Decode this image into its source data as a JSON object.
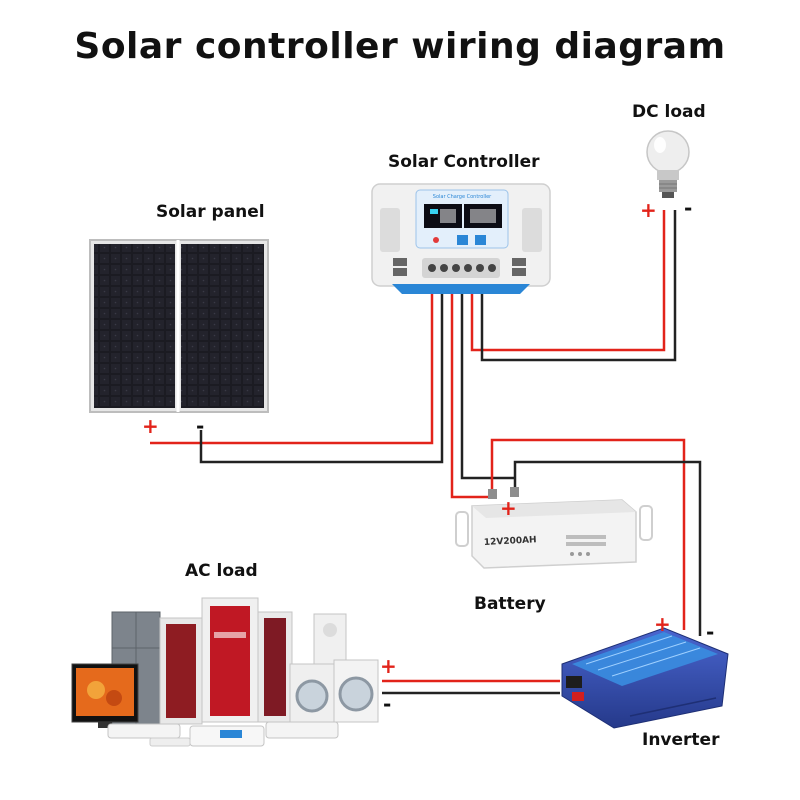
{
  "title": "Solar controller wiring diagram",
  "labels": {
    "solar_panel": "Solar panel",
    "solar_controller": "Solar Controller",
    "dc_load": "DC load",
    "battery": "Battery",
    "ac_load": "AC load",
    "inverter": "Inverter"
  },
  "signs": {
    "plus": "+",
    "minus": "-"
  },
  "devices": {
    "controller_screen_header": "Solar Charge Controller",
    "battery_rating": "12V200AH"
  },
  "colors": {
    "positive_wire": "#e2231a",
    "negative_wire": "#222222",
    "controller_accent": "#2a86d6",
    "inverter_body": "#2f49a8"
  },
  "icons": [
    "solar-panel-icon",
    "charge-controller-icon",
    "light-bulb-icon",
    "battery-icon",
    "inverter-icon",
    "appliances-icon"
  ]
}
